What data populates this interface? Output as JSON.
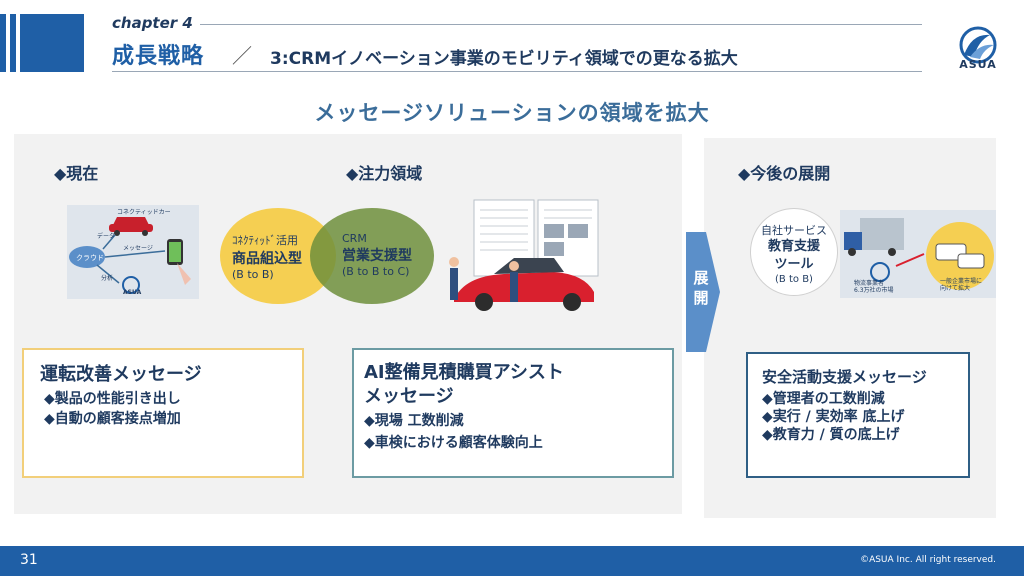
{
  "header": {
    "chapter": "chapter 4",
    "title": "成長戦略",
    "slash": "／",
    "subtitle": "3:CRMイノベーション事業のモビリティ領域での更なる拡大",
    "logo_text": "ASUA"
  },
  "main_title": "メッセージソリューションの領域を拡大",
  "current": {
    "heading": "◆現在",
    "image_labels": {
      "connected_car": "コネクティッドカー",
      "data": "データ",
      "message": "メッセージ",
      "cloud": "クラウド",
      "analysis": "分析",
      "logo": "ASUA"
    }
  },
  "focus": {
    "heading": "◆注力領域",
    "venn_left": {
      "small": "ｺﾈｸﾃｨｯﾄﾞ活用",
      "big": "商品組込型",
      "sub": "(B to B)"
    },
    "venn_right": {
      "small": "CRM",
      "big": "営業支援型",
      "sub": "(B to B to C)"
    }
  },
  "future": {
    "heading": "◆今後の展開",
    "arrow_label": "展開",
    "circle": {
      "line1": "自社サービス",
      "line2": "教育支援",
      "line3": "ツール",
      "line4": "(B to B)"
    },
    "image_labels": {
      "left": "物流事業者\n6.3万社の市場",
      "right": "一般企業市場に\n向けて拡大"
    }
  },
  "boxes": [
    {
      "title": "運転改善メッセージ",
      "lines": [
        "◆製品の性能引き出し",
        "◆自動の顧客接点増加"
      ],
      "color": "#f2cf7a"
    },
    {
      "title_lines": [
        "AI整備見積購買アシスト",
        "メッセージ"
      ],
      "lines": [
        "◆現場 工数削減",
        "◆車検における顧客体験向上"
      ],
      "color": "#6c9ba3"
    },
    {
      "title": "安全活動支援メッセージ",
      "lines": [
        "◆管理者の工数削減",
        "◆実行 / 実効率 底上げ",
        "◆教育力 / 質の底上げ"
      ],
      "color": "#2f5f85"
    }
  ],
  "footer": {
    "page": "31",
    "copyright": "©ASUA Inc. All right reserved."
  },
  "colors": {
    "brand": "#1f5fa6",
    "yellow": "#f5cf52",
    "green": "#6f8f3c"
  }
}
